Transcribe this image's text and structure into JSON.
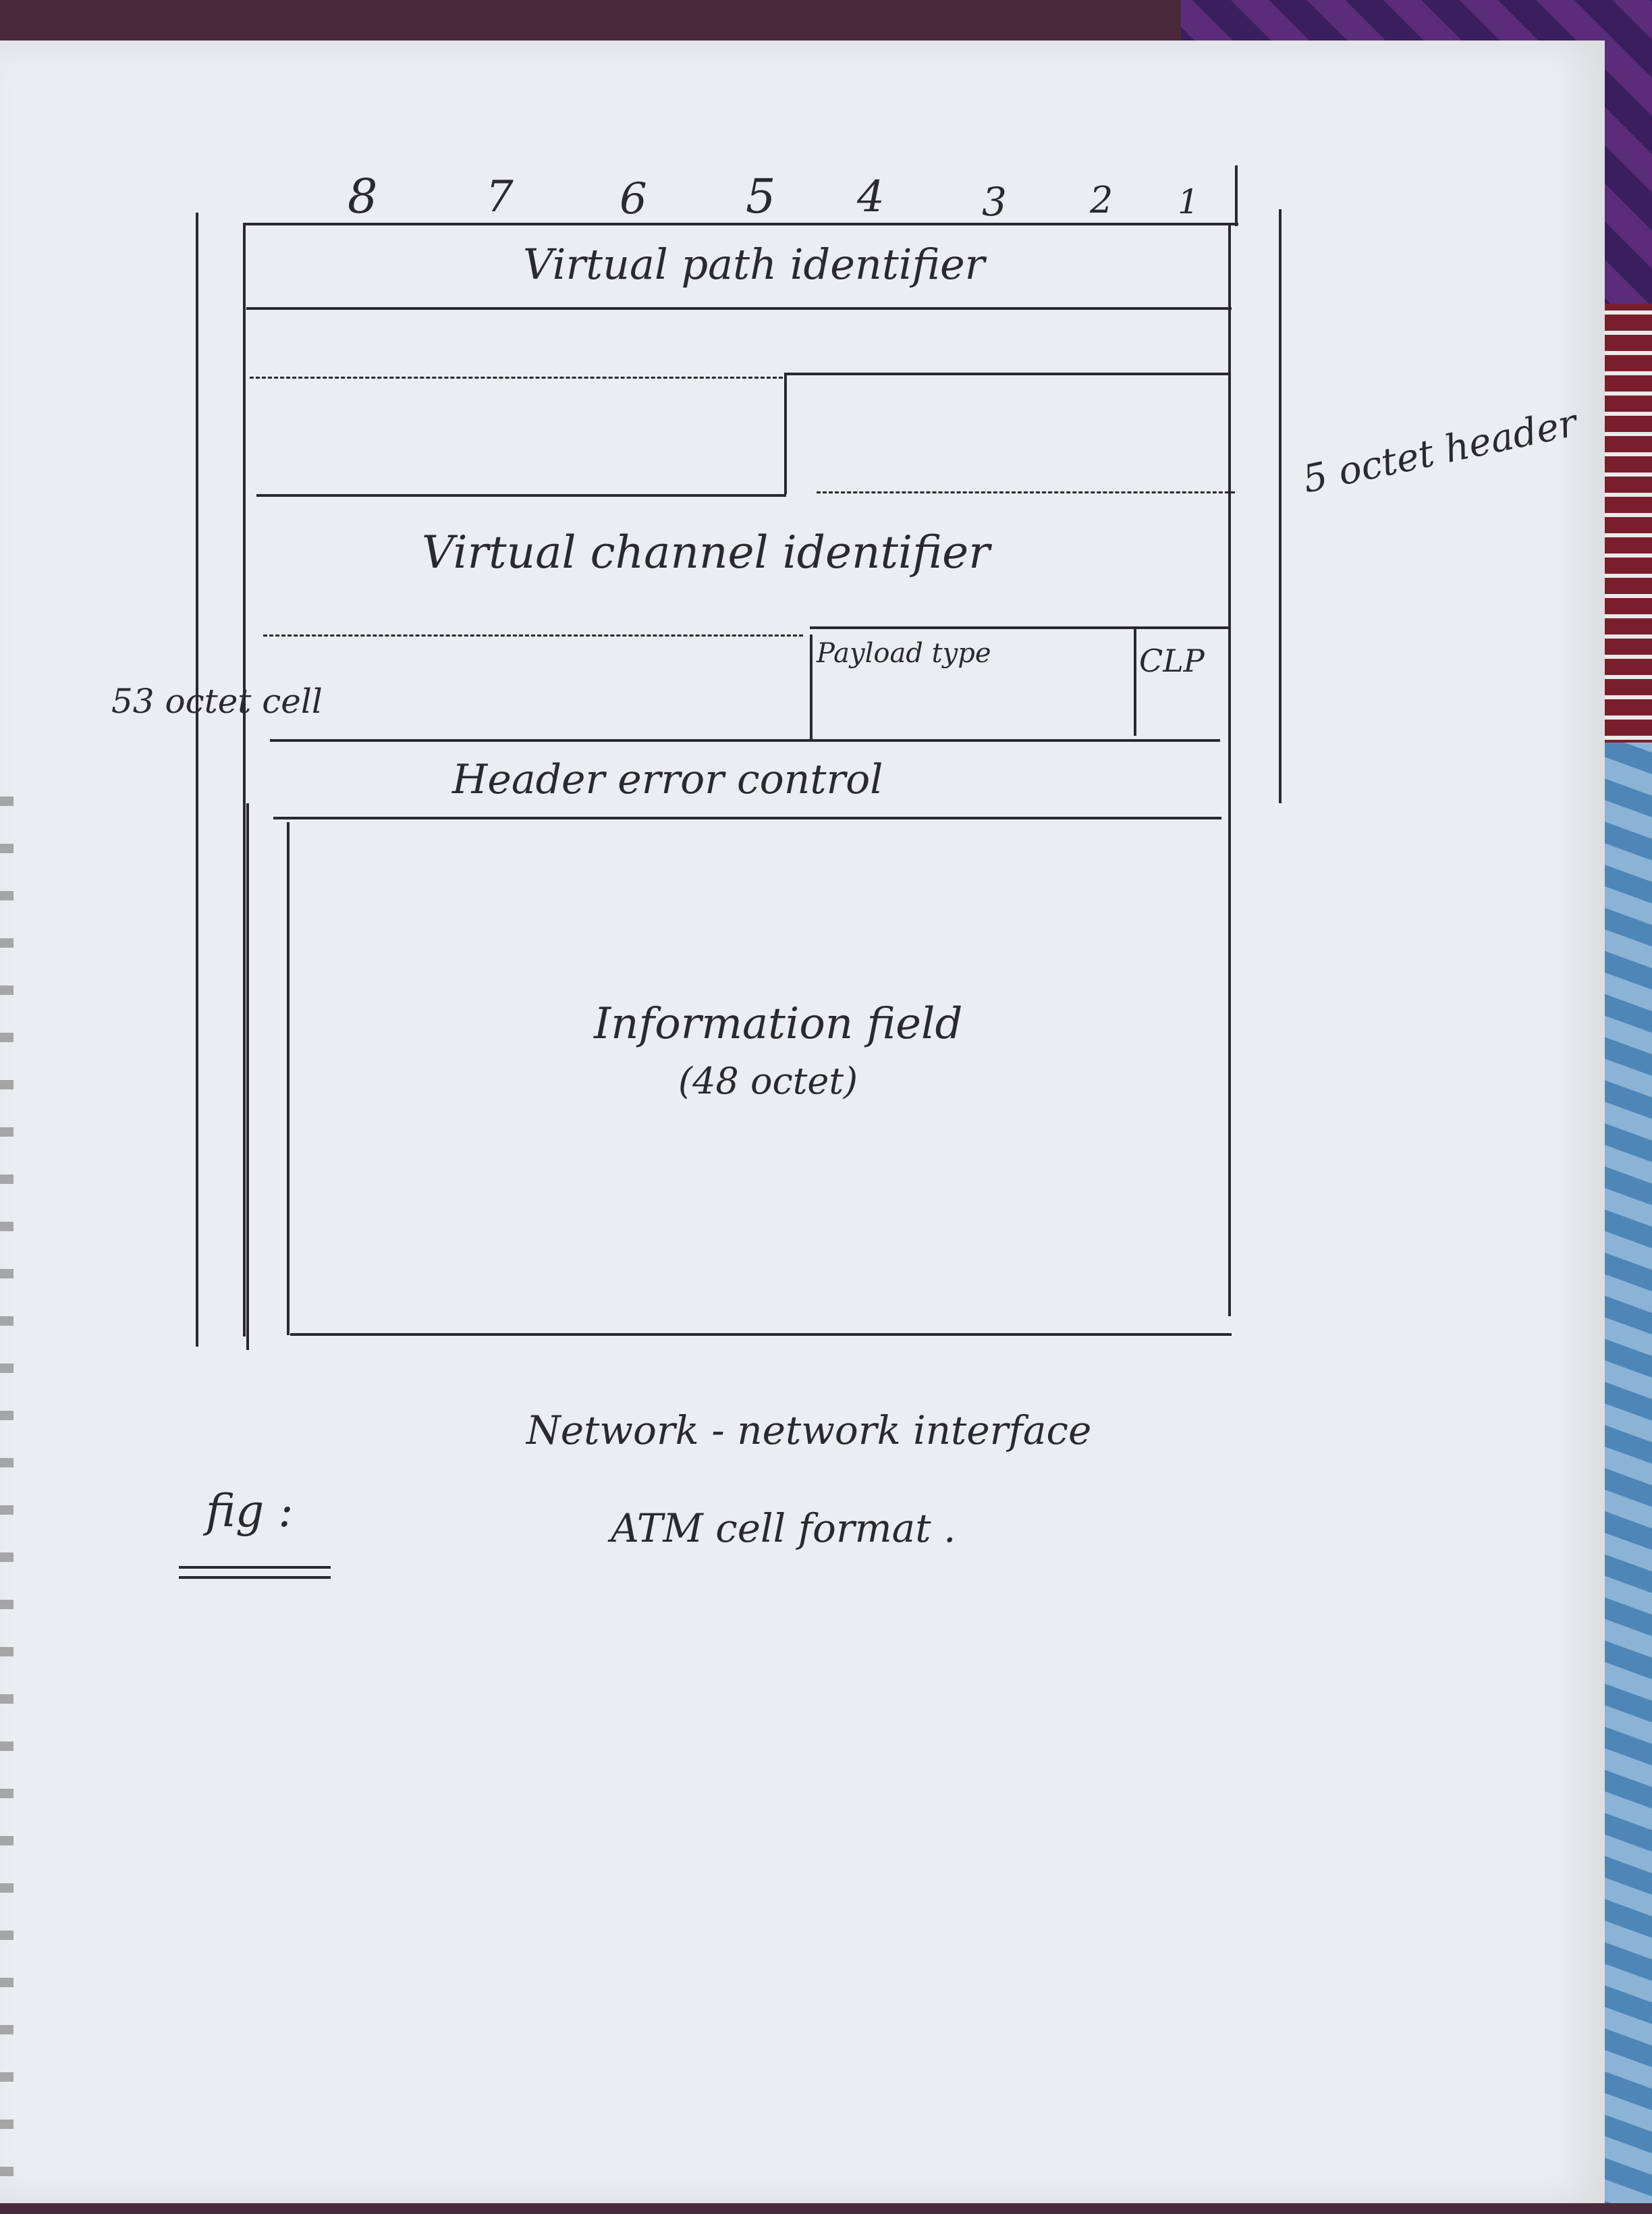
{
  "bit_numbers": [
    "8",
    "7",
    "6",
    "5",
    "4",
    "3",
    "2",
    "1"
  ],
  "fields": {
    "vpi": "Virtual path identifier",
    "vci": "Virtual channel identifier",
    "payload_type": "Payload type",
    "clp": "CLP",
    "hec": "Header error control",
    "info": "Information field",
    "info_size": "(48 octet)"
  },
  "side_labels": {
    "header": "5 octet header",
    "cell": "53 octet cell"
  },
  "caption": {
    "fig": "fig :",
    "line1": "Network - network interface",
    "line2": "ATM cell format ."
  }
}
